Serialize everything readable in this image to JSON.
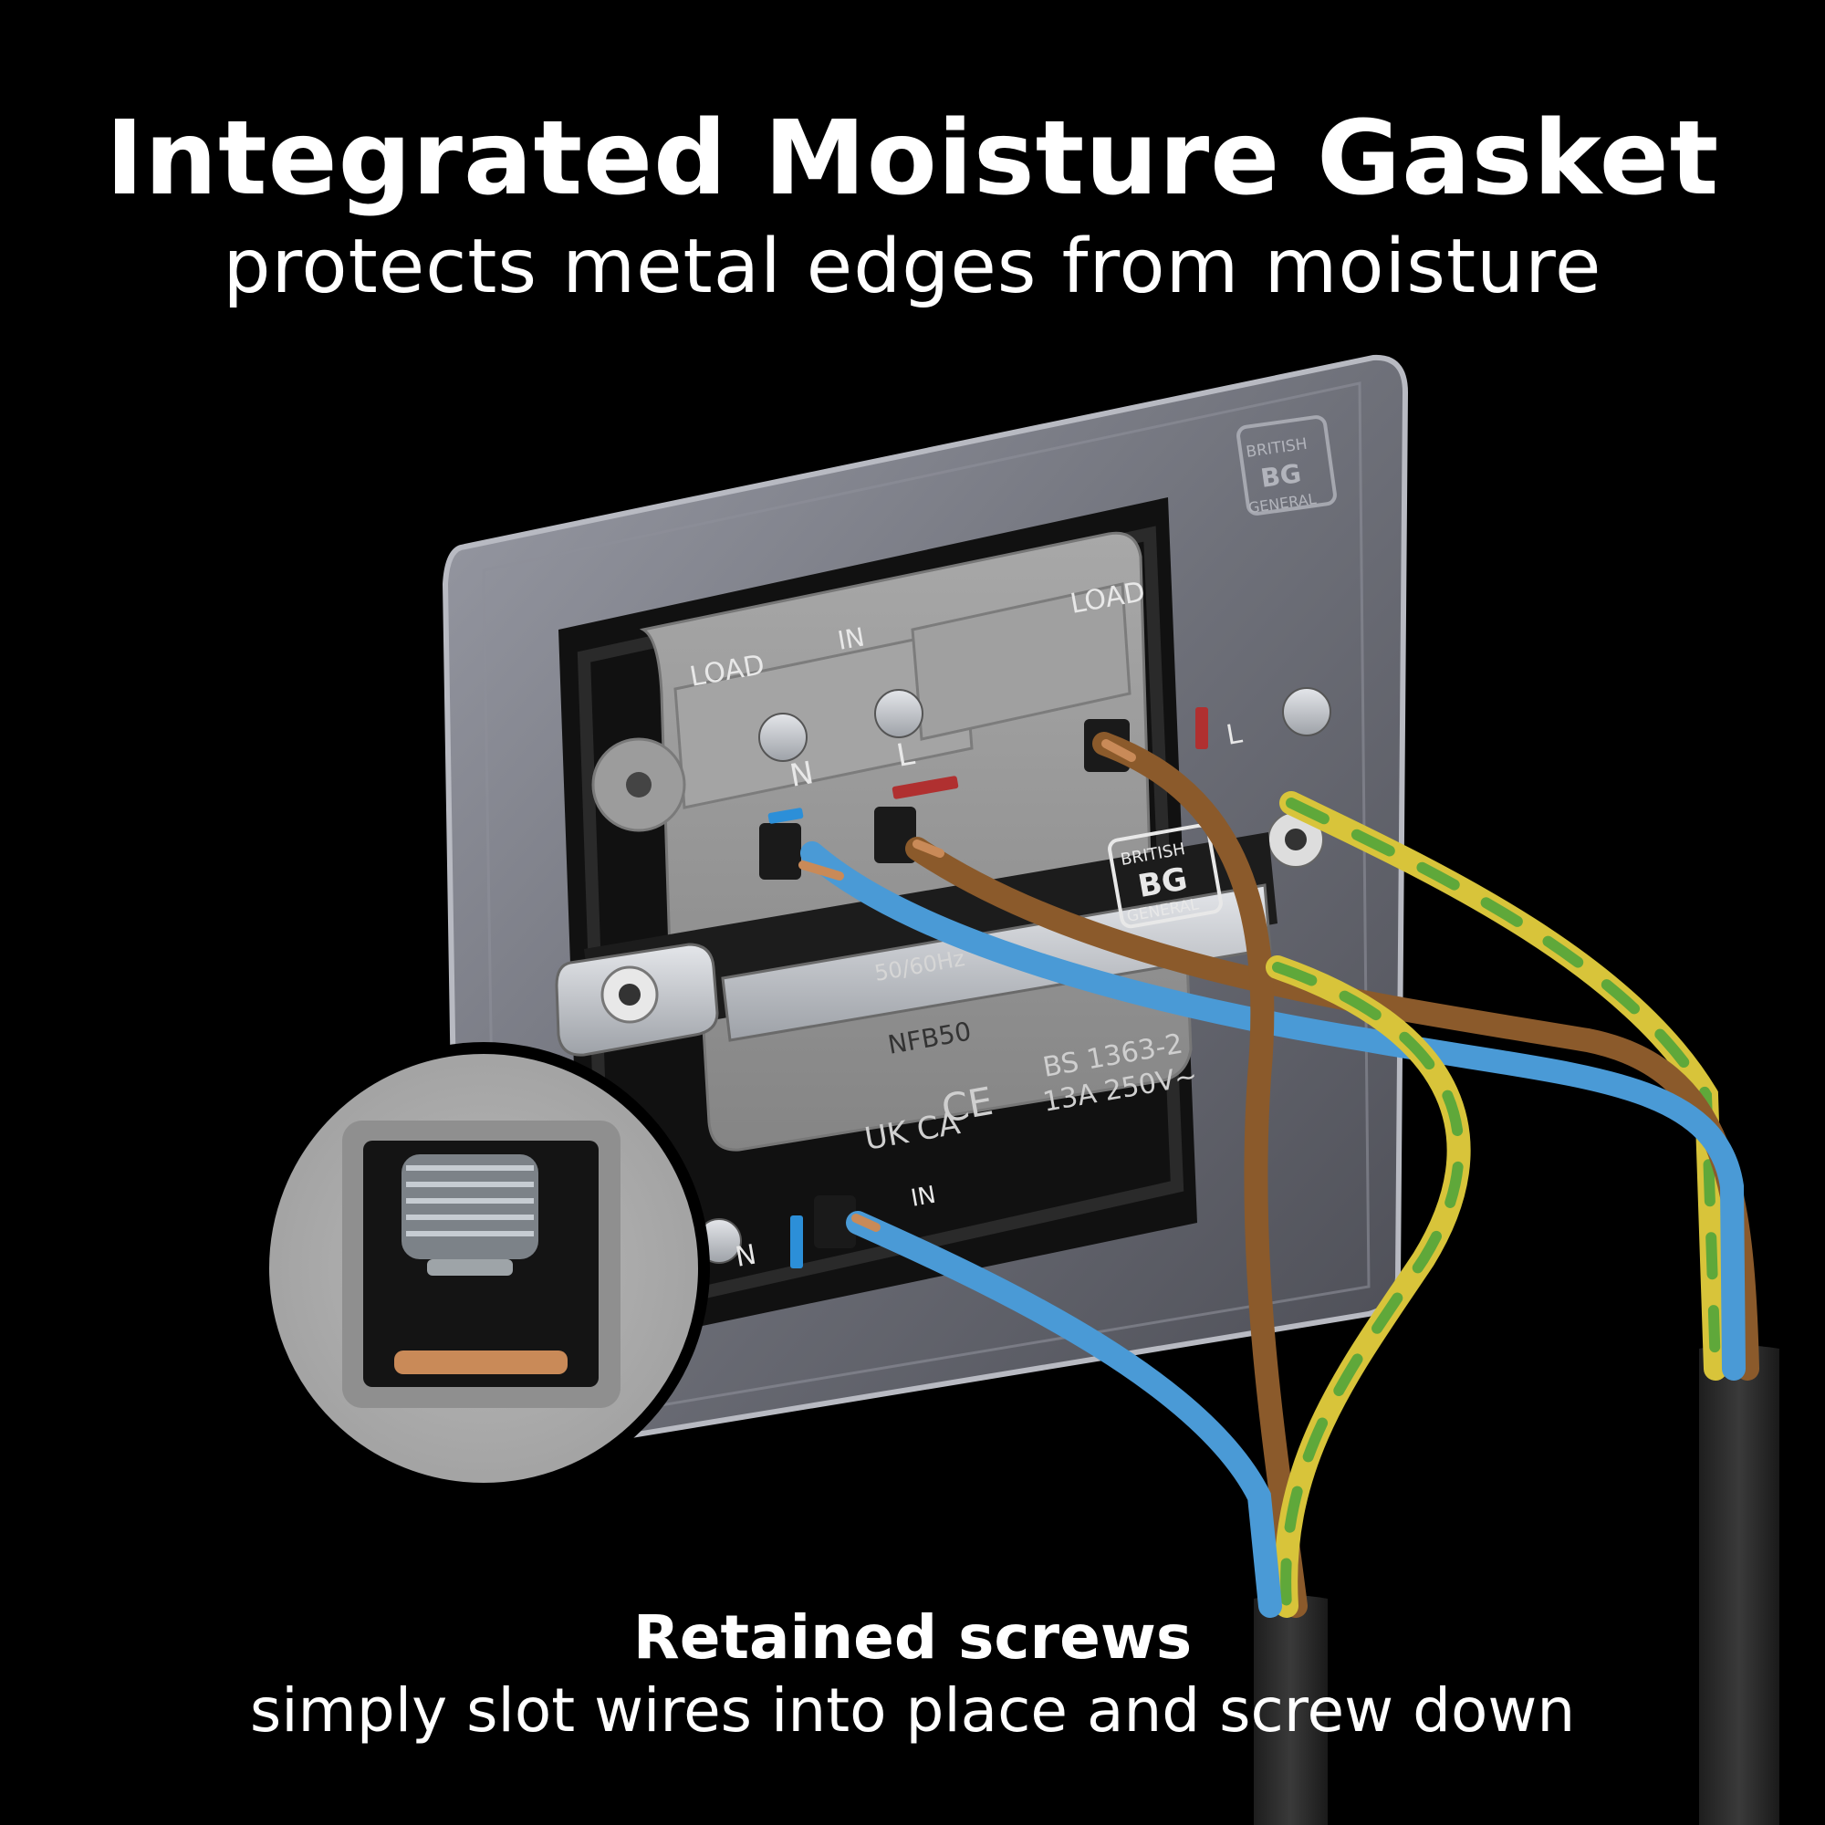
{
  "headline": {
    "title": "Integrated Moisture Gasket",
    "subtitle": "protects metal edges from moisture"
  },
  "caption": {
    "title": "Retained screws",
    "body": "simply slot wires into place and screw down"
  },
  "socket_markings": {
    "load_left": "LOAD",
    "in_top": "IN",
    "load_right": "LOAD",
    "terminal_n": "N",
    "terminal_l": "L",
    "terminal_l_right": "L",
    "terminal_n_bottom": "N",
    "terminal_in_bottom": "IN",
    "brand_top": "BRITISH",
    "brand_logo": "BG",
    "brand_bottom": "GENERAL",
    "model_code": "NFB50",
    "frequency": "50/60Hz",
    "standard": "BS 1363-2",
    "rating": "13A 250V~",
    "ukca": "UK CA",
    "ce": "CE"
  },
  "colors": {
    "background": "#000000",
    "neutral_wire": "#4a9ad6",
    "live_wire": "#8b5a2b",
    "earth_green": "#5fa83a",
    "earth_yellow": "#d8c43a",
    "terminal_grey": "#9a9a9a",
    "backplate": "#7f8088",
    "neutral_marker": "#2c8fd8",
    "live_marker": "#b03030"
  }
}
